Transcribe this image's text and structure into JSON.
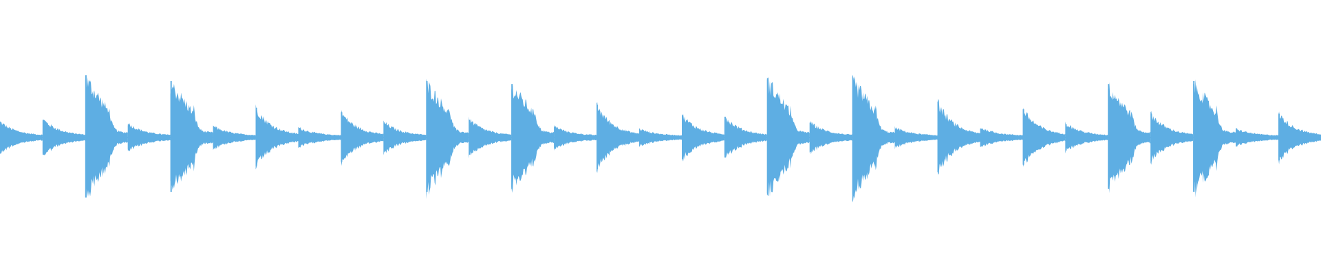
{
  "waveform": {
    "color": "#5eaee3",
    "background": "#ffffff",
    "segment_count": 31,
    "transients": [
      {
        "peak": 0.1,
        "decay": "short"
      },
      {
        "peak": 0.12,
        "decay": "short"
      },
      {
        "peak": 0.42,
        "decay": "long"
      },
      {
        "peak": 0.09,
        "decay": "short"
      },
      {
        "peak": 0.38,
        "decay": "long"
      },
      {
        "peak": 0.07,
        "decay": "short"
      },
      {
        "peak": 0.2,
        "decay": "medium"
      },
      {
        "peak": 0.06,
        "decay": "short"
      },
      {
        "peak": 0.17,
        "decay": "medium"
      },
      {
        "peak": 0.1,
        "decay": "short"
      },
      {
        "peak": 0.38,
        "decay": "long"
      },
      {
        "peak": 0.12,
        "decay": "short"
      },
      {
        "peak": 0.36,
        "decay": "long"
      },
      {
        "peak": 0.07,
        "decay": "short"
      },
      {
        "peak": 0.22,
        "decay": "medium"
      },
      {
        "peak": 0.05,
        "decay": "short"
      },
      {
        "peak": 0.15,
        "decay": "medium"
      },
      {
        "peak": 0.14,
        "decay": "short"
      },
      {
        "peak": 0.4,
        "decay": "long"
      },
      {
        "peak": 0.1,
        "decay": "short"
      },
      {
        "peak": 0.4,
        "decay": "long"
      },
      {
        "peak": 0.06,
        "decay": "short"
      },
      {
        "peak": 0.24,
        "decay": "medium"
      },
      {
        "peak": 0.06,
        "decay": "short"
      },
      {
        "peak": 0.19,
        "decay": "medium"
      },
      {
        "peak": 0.09,
        "decay": "short"
      },
      {
        "peak": 0.36,
        "decay": "long"
      },
      {
        "peak": 0.16,
        "decay": "short"
      },
      {
        "peak": 0.38,
        "decay": "long"
      },
      {
        "peak": 0.05,
        "decay": "short"
      },
      {
        "peak": 0.16,
        "decay": "medium"
      }
    ]
  }
}
